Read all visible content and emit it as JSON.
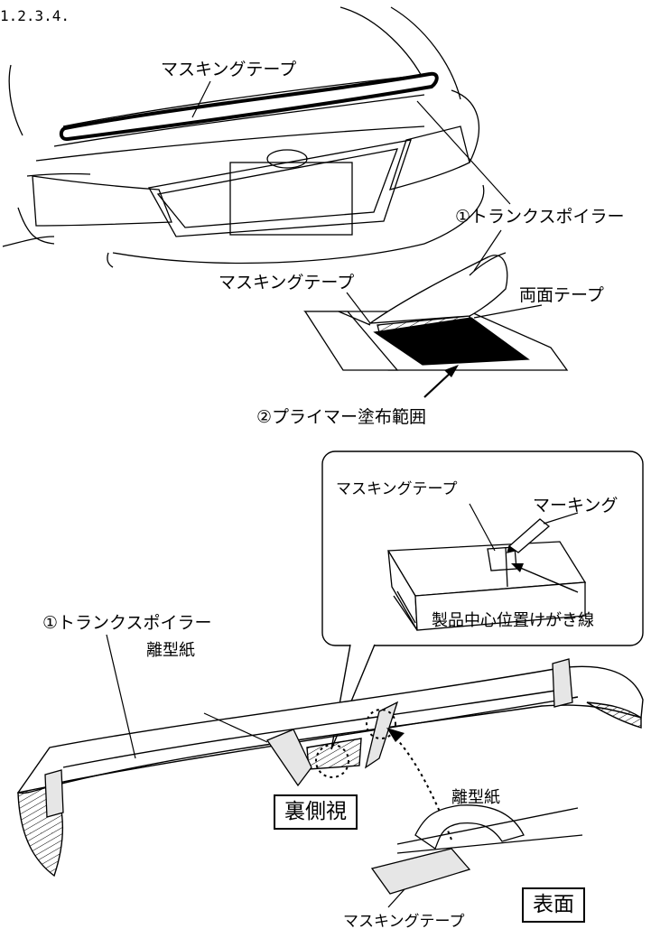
{
  "steps": "1.2.3.4.",
  "top": {
    "masking_tape": "マスキングテープ",
    "trunk_spoiler": "①トランクスポイラー",
    "masking_tape_2": "マスキングテープ",
    "double_sided_tape": "両面テープ",
    "primer_area": "②プライマー塗布範囲"
  },
  "bottom": {
    "inset_masking_tape": "マスキングテープ",
    "inset_marking": "マーキング",
    "inset_center_line": "製品中心位置けがき線",
    "trunk_spoiler": "①トランクスポイラー",
    "release_paper": "離型紙",
    "back_view": "裏側視",
    "release_paper_2": "離型紙",
    "front_view": "表面",
    "masking_tape": "マスキングテープ"
  }
}
